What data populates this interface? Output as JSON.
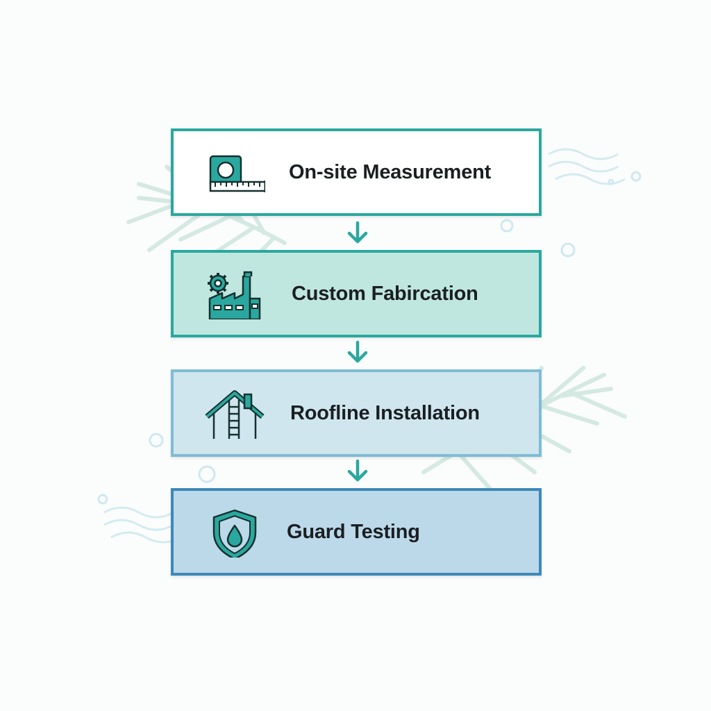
{
  "colors": {
    "teal": "#2aa89f",
    "dark_teal": "#1d6f6a",
    "icon_ink": "#15302e",
    "light_blue_border": "#7fbcd3",
    "blue_border": "#3d88b9"
  },
  "steps": [
    {
      "label": "On-site Measurement",
      "icon": "tape-measure-icon"
    },
    {
      "label": "Custom Fabircation",
      "icon": "factory-gear-icon"
    },
    {
      "label": "Roofline Installation",
      "icon": "house-ladder-icon"
    },
    {
      "label": "Guard Testing",
      "icon": "shield-drop-icon"
    }
  ]
}
